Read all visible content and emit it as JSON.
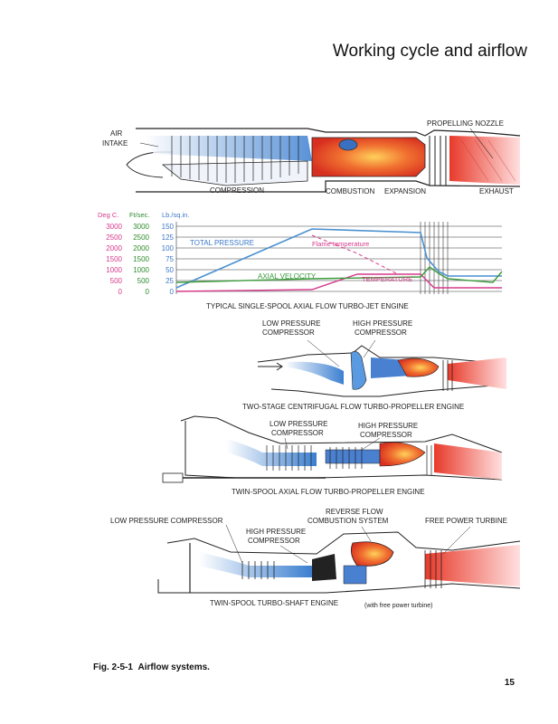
{
  "page": {
    "title": "Working cycle and airflow",
    "caption_label": "Fig. 2-5-1",
    "caption_text": "Airflow systems.",
    "page_number": "15"
  },
  "engine1": {
    "air_intake": "AIR",
    "air_intake_2": "INTAKE",
    "propelling_nozzle": "PROPELLING NOZZLE",
    "compression": "COMPRESSION",
    "combustion": "COMBUSTION",
    "expansion": "EXPANSION",
    "exhaust": "EXHAUST",
    "caption": "TYPICAL SINGLE-SPOOL AXIAL FLOW TURBO-JET ENGINE"
  },
  "chart": {
    "units_temp": "Deg C.",
    "units_vel": "Ft/sec.",
    "units_press": "Lb./sq.in.",
    "temp_ticks": [
      "3000",
      "2500",
      "2000",
      "1500",
      "1000",
      "500",
      "0"
    ],
    "vel_ticks": [
      "3000",
      "2500",
      "2000",
      "1500",
      "1000",
      "500",
      "0"
    ],
    "press_ticks": [
      "150",
      "125",
      "100",
      "75",
      "50",
      "25",
      "0"
    ],
    "total_pressure": "TOTAL PRESSURE",
    "flame_temperature": "Flame temperature",
    "axial_velocity": "AXIAL VELOCITY",
    "temperature": "TEMPERATURE"
  },
  "engine2": {
    "lp": "LOW PRESSURE",
    "lp2": "COMPRESSOR",
    "hp": "HIGH PRESSURE",
    "hp2": "COMPRESSOR",
    "caption": "TWO-STAGE CENTRIFUGAL FLOW TURBO-PROPELLER ENGINE"
  },
  "engine3": {
    "lp": "LOW PRESSURE",
    "lp2": "COMPRESSOR",
    "hp": "HIGH PRESSURE",
    "hp2": "COMPRESSOR",
    "caption": "TWIN-SPOOL AXIAL FLOW TURBO-PROPELLER ENGINE"
  },
  "engine4": {
    "lp": "LOW PRESSURE COMPRESSOR",
    "hp": "HIGH PRESSURE",
    "hp2": "COMPRESSOR",
    "rf": "REVERSE FLOW",
    "rf2": "COMBUSTION SYSTEM",
    "fpt": "FREE POWER TURBINE",
    "caption": "TWIN-SPOOL TURBO-SHAFT ENGINE",
    "caption2": "(with free power turbine)"
  },
  "colors": {
    "compressor_blue": "#4a8fd6",
    "combustion_red": "#e8462a",
    "pressure_line": "#4a90d0",
    "temperature_line": "#d63a8a",
    "velocity_line": "#3a9a3a",
    "temp_axis": "#d63a8a",
    "vel_axis": "#2e8b2e",
    "press_axis": "#3a78c8"
  }
}
